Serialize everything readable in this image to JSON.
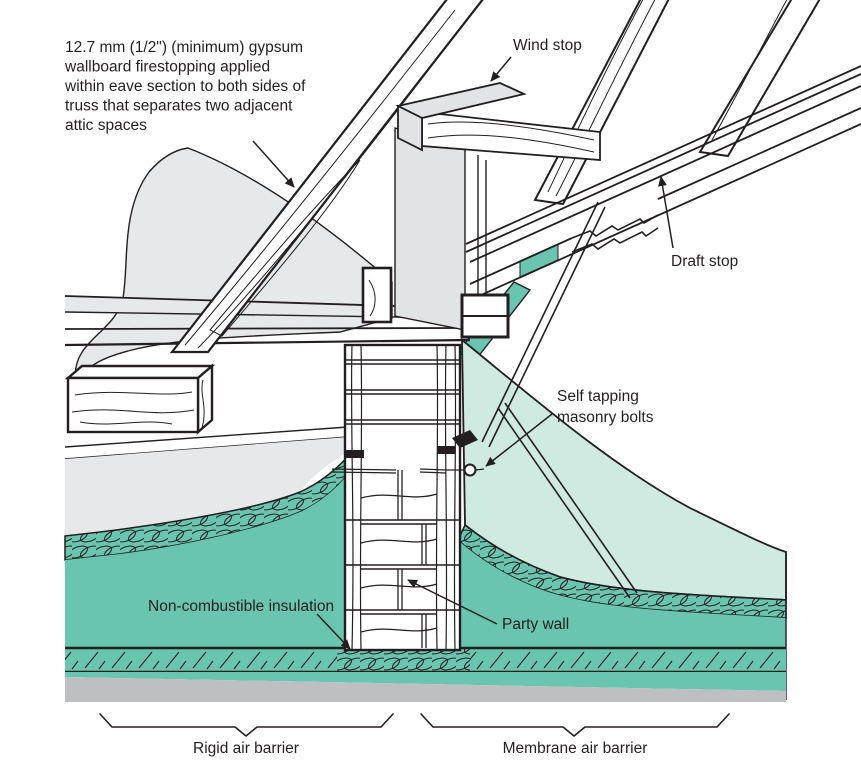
{
  "diagram": {
    "type": "construction-detail-section",
    "annotations": {
      "gypsum_note": {
        "lines": [
          "12.7 mm (1/2\") (minimum) gypsum",
          "wallboard firestopping applied",
          "within eave section to both sides of",
          "truss that separates two adjacent",
          "attic spaces"
        ]
      },
      "wind_stop": "Wind stop",
      "draft_stop": "Draft stop",
      "self_tapping": {
        "lines": [
          "Self tapping",
          "masonry bolts"
        ]
      },
      "party_wall": "Party wall",
      "non_combustible_insulation": "Non-combustible insulation"
    },
    "braces": {
      "rigid": "Rigid air barrier",
      "membrane": "Membrane air barrier"
    },
    "colors": {
      "teal": "#69C5B0",
      "pale_mint": "#CFEAE1",
      "light_gray": "#E7E8E9",
      "panel_gray": "#E2E3E4",
      "mid_gray": "#BDBFC1",
      "line": "#231F20",
      "background": "#FFFFFF"
    }
  }
}
